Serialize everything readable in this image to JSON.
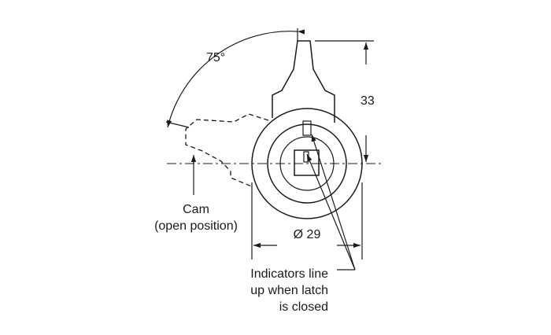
{
  "labels": {
    "angle": "75°",
    "height": "33",
    "diameter": "Ø 29",
    "cam_line1": "Cam",
    "cam_line2": "(open position)",
    "indicator_line1": "Indicators line",
    "indicator_line2": "up when latch",
    "indicator_line3": "is closed"
  },
  "colors": {
    "line": "#1a1a1a",
    "plug_fill": "#a6a6a6",
    "background": "#ffffff"
  }
}
